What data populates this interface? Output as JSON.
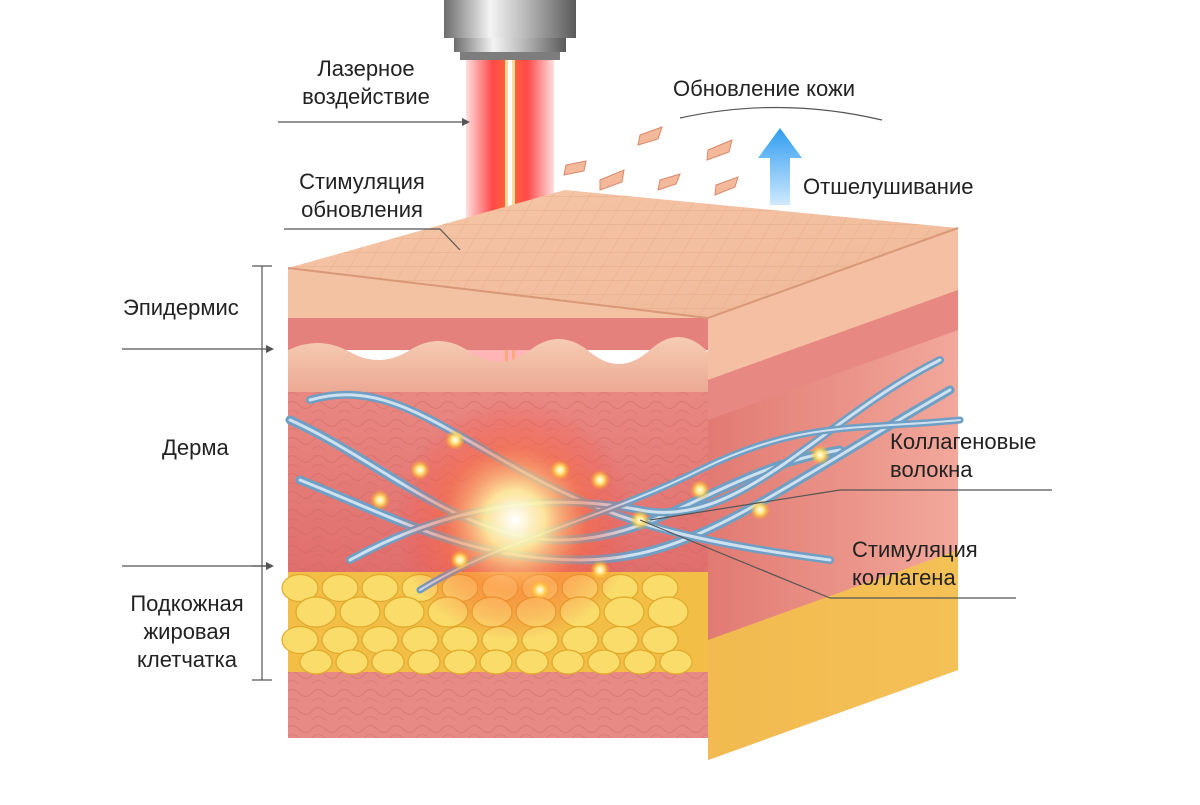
{
  "labels": {
    "laser": [
      "Лазерное",
      "воздействие"
    ],
    "stimulation_renewal": [
      "Стимуляция",
      "обновления"
    ],
    "epidermis": "Эпидермис",
    "dermis": "Дерма",
    "subcutaneous": [
      "Подкожная",
      "жировая",
      "клетчатка"
    ],
    "skin_renewal": "Обновление кожи",
    "exfoliation": "Отшелушивание",
    "collagen_fibers": [
      "Коллагеновые",
      "волокна"
    ],
    "collagen_stimulation": [
      "Стимуляция",
      "коллагена"
    ]
  },
  "colors": {
    "laser": "#ff2a2a",
    "laser_core": "#fff3c0",
    "epidermis_top": "#f6c7a8",
    "dermis": "#e97a78",
    "fat": "#f7d14a",
    "collagen": "#7fa7c8",
    "arrow_up": "#3fa9f5",
    "spark": "#ffd34d"
  },
  "icons": {
    "laser_device": "laser-emitter-icon",
    "arrow": "arrow-up-icon",
    "flakes": "skin-flake-icon"
  }
}
